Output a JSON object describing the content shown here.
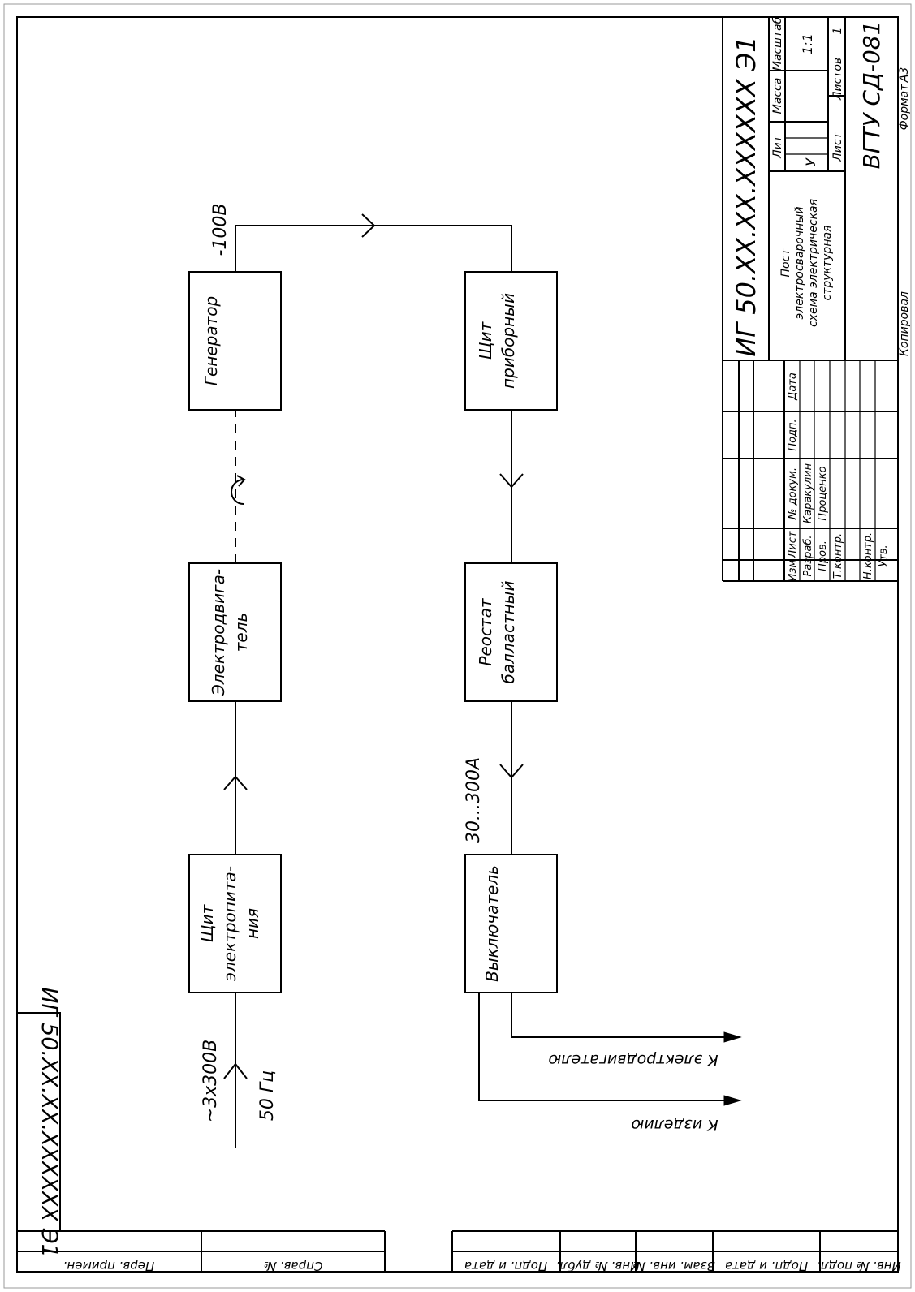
{
  "title_block": {
    "designation": "ИГ 50.XX.XX.XXXXXX Э1",
    "name_lines": [
      "Пост",
      "электросварочный",
      "схема электрическая",
      "структурная"
    ],
    "col_headers": {
      "lit": "Лит",
      "mass": "Масса",
      "scale": "Масштаб"
    },
    "lit_value": "У",
    "scale_value": "1:1",
    "sheet_label": "Лист",
    "sheets_label": "Листов",
    "sheets_value": "1",
    "organization": "ВГТУ СД-081",
    "copied": "Копировал",
    "format_label": "Формат",
    "format_value": "А3",
    "row_headers": {
      "izm": "Изм",
      "list": "Лист",
      "doc": "№ докум.",
      "sign": "Подп.",
      "date": "Дата"
    },
    "signers": [
      {
        "role": "Разраб.",
        "name": "Каракулин"
      },
      {
        "role": "Пров.",
        "name": "Проценко"
      },
      {
        "role": "Т.контр.",
        "name": ""
      },
      {
        "role": "",
        "name": ""
      },
      {
        "role": "Н.контр.",
        "name": ""
      },
      {
        "role": "Утв.",
        "name": ""
      }
    ]
  },
  "corner_stamp": "ИГ 50.XX.XX.XXXXXX Э1",
  "margin_cells": [
    "Перв. примен.",
    "Справ. №",
    "Подп. и дата",
    "Инв. № дубл.",
    "Взам. инв. №",
    "Подп. и дата",
    "Инв. № подл."
  ],
  "diagram": {
    "blocks": {
      "shield_power": [
        "Щит",
        "электропита-",
        "ния"
      ],
      "motor": [
        "Электродвига-",
        "тель"
      ],
      "generator": [
        "Генератор"
      ],
      "panel": [
        "Щит",
        "приборный"
      ],
      "rheostat": [
        "Реостат",
        "балластный"
      ],
      "switch": [
        "Выключатель"
      ]
    },
    "labels": {
      "input_voltage": "~3х300В",
      "input_freq": "50 Гц",
      "gen_voltage": "-100В",
      "current_range": "30...300А",
      "to_motor": "К электродвигателю",
      "to_workpiece": "К изделию"
    }
  }
}
